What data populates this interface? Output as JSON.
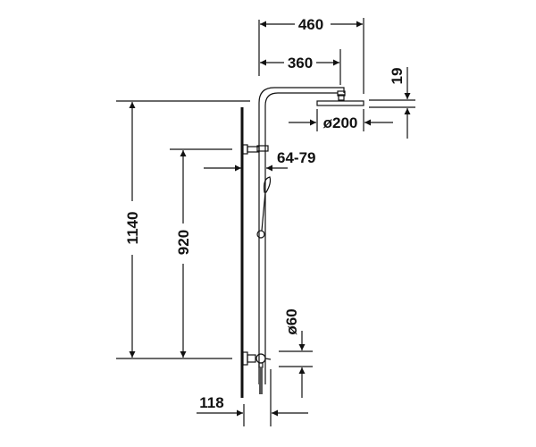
{
  "title": "Shower system dimension drawing",
  "dimensions": {
    "total_width": "460",
    "arm_length": "360",
    "head_height": "19",
    "head_diameter": "ø200",
    "wall_bracket_distance": "64-79",
    "total_height": "1140",
    "bracket_height": "920",
    "valve_offset": "118",
    "valve_diameter": "ø60"
  },
  "colors": {
    "line": "#111111",
    "background": "#ffffff"
  }
}
